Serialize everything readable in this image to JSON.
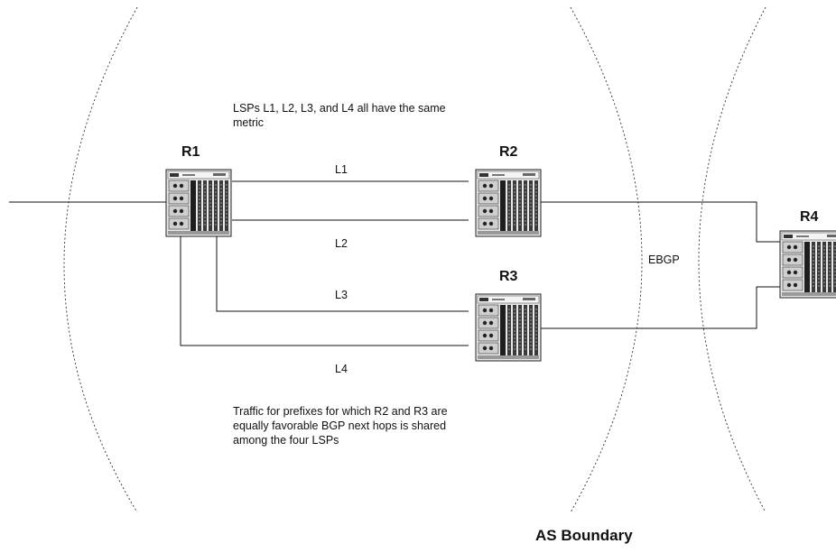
{
  "notes": {
    "metric": "LSPs L1, L2, L3, and L4 all have the same metric",
    "traffic": "Traffic for prefixes for which R2 and R3 are equally favorable BGP next hops is shared among the four LSPs"
  },
  "routers": {
    "r1": "R1",
    "r2": "R2",
    "r3": "R3",
    "r4": "R4"
  },
  "links": {
    "l1": "L1",
    "l2": "L2",
    "l3": "L3",
    "l4": "L4",
    "ebgp": "EBGP"
  },
  "boundary_label": "AS Boundary"
}
